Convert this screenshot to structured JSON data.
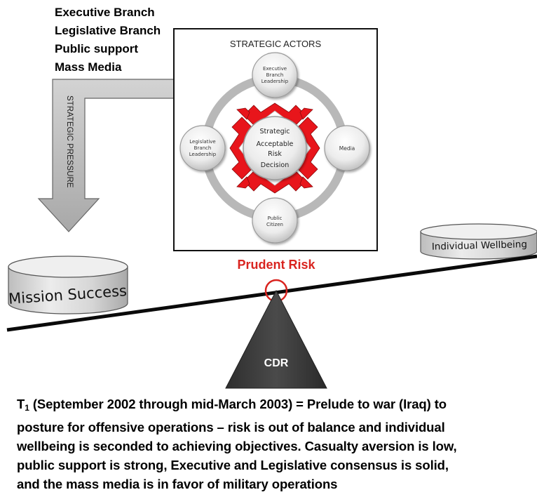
{
  "pressure_sources": [
    "Executive Branch",
    "Legislative Branch",
    "Public support",
    "Mass Media"
  ],
  "strategic_pressure_label": "STRATEGIC PRESSURE",
  "strategic_actors": {
    "title": "STRATEGIC ACTORS",
    "center": [
      "Strategic",
      "Acceptable",
      "Risk",
      "Decision"
    ],
    "top": [
      "Executive",
      "Branch",
      "Leadership"
    ],
    "left": [
      "Legislative",
      "Branch",
      "Leadership"
    ],
    "right": [
      "Media"
    ],
    "bottom": [
      "Public",
      "Citizen"
    ]
  },
  "balance": {
    "left_weight": "Mission Success",
    "right_weight": "Individual Wellbeing",
    "fulcrum_label": "Prudent Risk",
    "pivot_label": "CDR"
  },
  "colors": {
    "arrows": "#e8151b",
    "fulcrum_label": "#d9241f",
    "pivot": "#3a3a3a"
  },
  "caption": {
    "prefix": "T",
    "subscript": "1",
    "line1_rest": " (September 2002 through mid-March 2003) = Prelude to war (Iraq) to",
    "line2": "posture for offensive operations – risk is out of balance and individual",
    "line3": "wellbeing is seconded to achieving objectives. Casualty aversion is low,",
    "line4": "public support is strong, Executive and Legislative consensus is solid,",
    "line5": "and the mass media is in favor of military operations"
  }
}
